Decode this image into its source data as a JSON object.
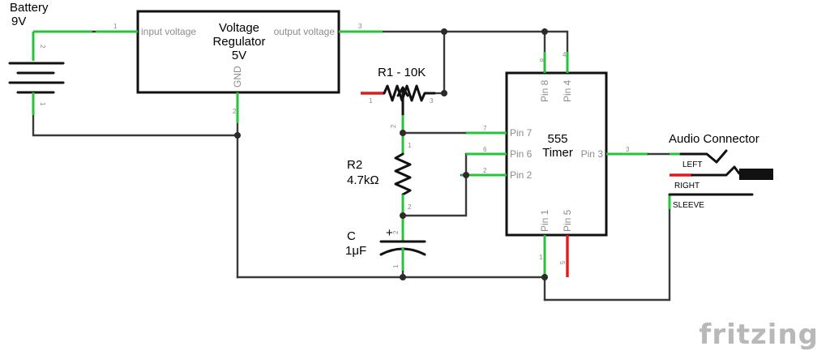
{
  "battery": {
    "name": "Battery",
    "voltage": "9V",
    "pin_top": "2",
    "pin_bottom": "1"
  },
  "regulator": {
    "line1": "Voltage",
    "line2": "Regulator",
    "line3": "5V",
    "input_label": "input voltage",
    "output_label": "output voltage",
    "gnd_label": "GND",
    "pin_input": "1",
    "pin_output": "3",
    "pin_gnd": "2"
  },
  "r1": {
    "label": "R1 - 10K",
    "pin_left": "1",
    "pin_right": "3",
    "pin_wiper": "2"
  },
  "r2": {
    "name": "R2",
    "value": "4.7kΩ",
    "pin_top": "1",
    "pin_bottom": "2"
  },
  "capacitor": {
    "name": "C",
    "value": "1μF",
    "plus": "+",
    "pin_top": "2",
    "pin_bottom": "1"
  },
  "timer": {
    "line1": "555",
    "line2": "Timer",
    "pins": {
      "pin8": "Pin 8",
      "pin4": "Pin 4",
      "pin7": "Pin 7",
      "pin6": "Pin 6",
      "pin2": "Pin 2",
      "pin3": "Pin 3",
      "pin1": "Pin 1",
      "pin5": "Pin 5"
    },
    "pin_numbers": {
      "p8": "8",
      "p4": "4",
      "p7": "7",
      "p6": "6",
      "p2": "2",
      "p3": "3",
      "p1": "1",
      "p5": "5"
    }
  },
  "audio": {
    "title": "Audio Connector",
    "left": "LEFT",
    "right": "RIGHT",
    "sleeve": "SLEEVE"
  },
  "logo": "fritzing",
  "colors": {
    "wire": "#3a3a3a",
    "pin": "#27c43a",
    "unconnected": "#dd1c1c",
    "logo": "#b8b8b8"
  }
}
